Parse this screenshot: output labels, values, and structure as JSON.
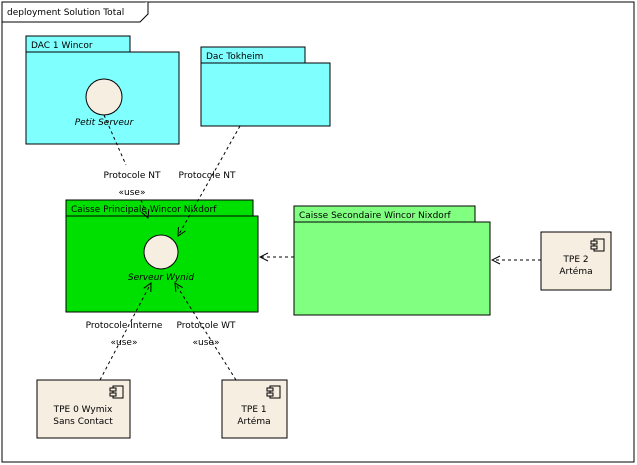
{
  "frame": {
    "title": "deployment Solution Total"
  },
  "packages": [
    {
      "id": "dac1",
      "label": "DAC 1 Wincor",
      "fill": "#80ffff"
    },
    {
      "id": "dactok",
      "label": "Dac Tokheim",
      "fill": "#80ffff"
    },
    {
      "id": "caisse_principale",
      "label": "Caisse Principale Wincor Nixdorf",
      "fill": "#00e000"
    },
    {
      "id": "caisse_secondaire",
      "label": "Caisse Secondaire Wincor Nixdorf",
      "fill": "#80ff80"
    }
  ],
  "interfaces": [
    {
      "id": "petit_serveur",
      "label": "Petit Serveur"
    },
    {
      "id": "serveur_wynid",
      "label": "Serveur Wynid"
    }
  ],
  "components": [
    {
      "id": "tpe0",
      "lines": [
        "TPE 0 Wymix",
        "Sans Contact"
      ],
      "fill": "#f7eee2"
    },
    {
      "id": "tpe1",
      "lines": [
        "TPE 1",
        "Artéma"
      ],
      "fill": "#f7eee2"
    },
    {
      "id": "tpe2",
      "lines": [
        "TPE 2",
        "Artéma"
      ],
      "fill": "#f7eee2"
    }
  ],
  "connectors": [
    {
      "id": "c_dac1",
      "label": "Protocole NT",
      "stereotype": "«use»"
    },
    {
      "id": "c_dactok",
      "label": "Protocole NT",
      "stereotype": ""
    },
    {
      "id": "c_tpe0",
      "label": "Protocole Interne",
      "stereotype": "«use»"
    },
    {
      "id": "c_tpe1",
      "label": "Protocole WT",
      "stereotype": "«use»"
    }
  ]
}
